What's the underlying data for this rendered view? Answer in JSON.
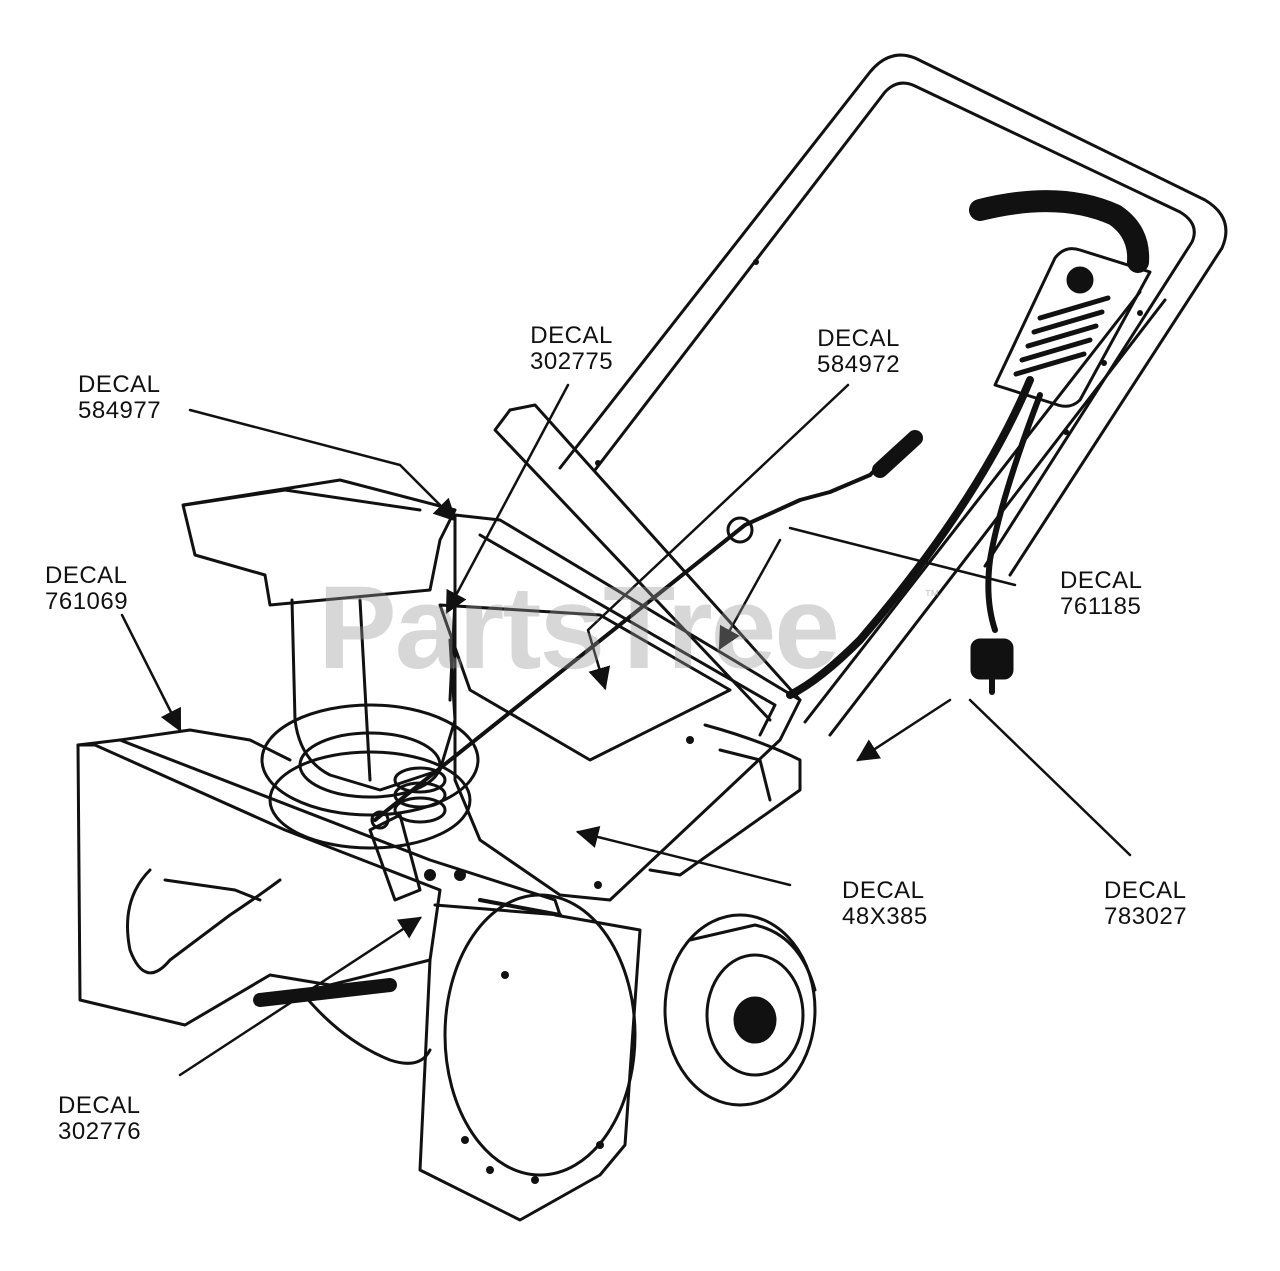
{
  "watermark": {
    "text": "PartsTree",
    "trademark": "™"
  },
  "callouts": [
    {
      "id": "584977",
      "prefix": "DECAL",
      "number": "584977"
    },
    {
      "id": "302775",
      "prefix": "DECAL",
      "number": "302775"
    },
    {
      "id": "584972",
      "prefix": "DECAL",
      "number": "584972"
    },
    {
      "id": "761069",
      "prefix": "DECAL",
      "number": "761069"
    },
    {
      "id": "761185",
      "prefix": "DECAL",
      "number": "761185"
    },
    {
      "id": "48X385",
      "prefix": "DECAL",
      "number": "48X385"
    },
    {
      "id": "783027",
      "prefix": "DECAL",
      "number": "783027"
    },
    {
      "id": "302776",
      "prefix": "DECAL",
      "number": "302776"
    }
  ],
  "colors": {
    "ink": "#111111",
    "paper": "#ffffff",
    "watermark": "#969696"
  }
}
